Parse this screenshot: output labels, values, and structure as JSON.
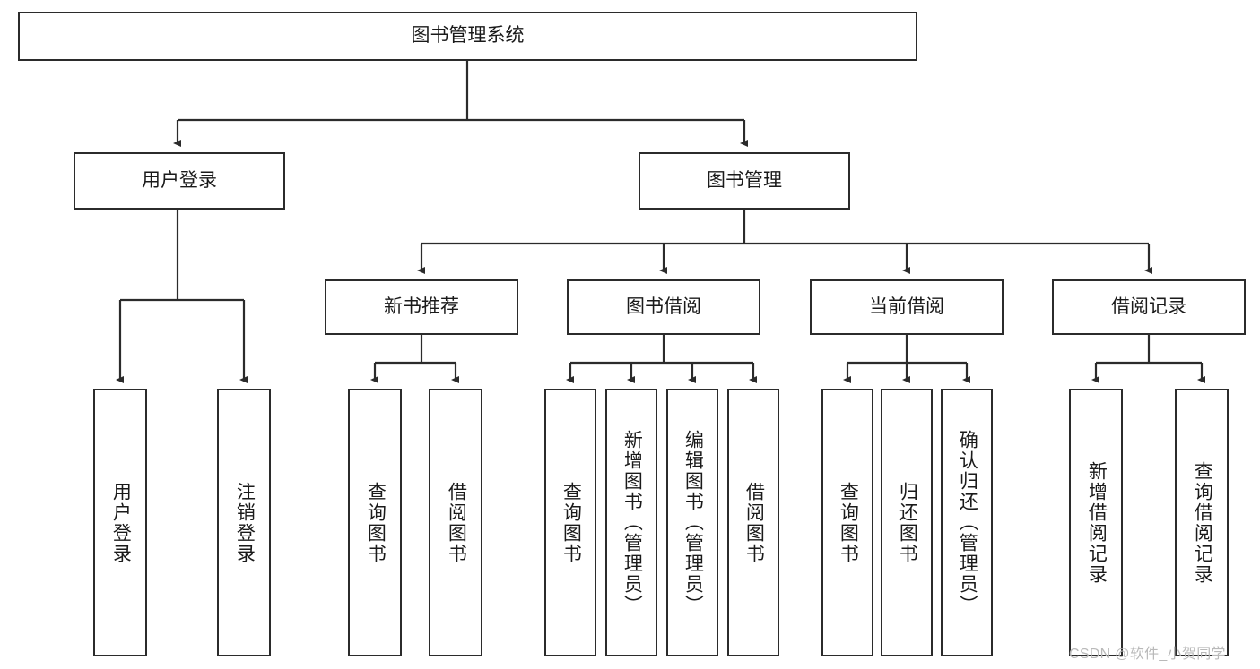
{
  "diagram": {
    "type": "tree",
    "title": "图书管理系统",
    "watermark": "CSDN @软件_小贺同学",
    "colors": {
      "box_border": "#2b2b2b",
      "box_fill": "#ffffff",
      "edge": "#2b2b2b",
      "text": "#1a1a1a",
      "watermark": "#b9b9b9"
    },
    "nodes": {
      "root": {
        "label": "图书管理系统"
      },
      "level1": [
        {
          "id": "user-login",
          "label": "用户登录"
        },
        {
          "id": "book-manage",
          "label": "图书管理"
        }
      ],
      "level2": [
        {
          "id": "new-book-recommend",
          "label": "新书推荐"
        },
        {
          "id": "book-borrow",
          "label": "图书借阅"
        },
        {
          "id": "current-borrow",
          "label": "当前借阅"
        },
        {
          "id": "borrow-record",
          "label": "借阅记录"
        }
      ],
      "leaves": {
        "user-login": [
          {
            "id": "leaf-user-login",
            "label": "用户登录"
          },
          {
            "id": "leaf-logout",
            "label": "注销登录"
          }
        ],
        "new-book-recommend": [
          {
            "id": "leaf-query-book-1",
            "label": "查询图书"
          },
          {
            "id": "leaf-borrow-book-1",
            "label": "借阅图书"
          }
        ],
        "book-borrow": [
          {
            "id": "leaf-query-book-2",
            "label": "查询图书"
          },
          {
            "id": "leaf-add-book",
            "label": "新增图书（管理员）"
          },
          {
            "id": "leaf-edit-book",
            "label": "编辑图书（管理员）"
          },
          {
            "id": "leaf-borrow-book-2",
            "label": "借阅图书"
          }
        ],
        "current-borrow": [
          {
            "id": "leaf-query-book-3",
            "label": "查询图书"
          },
          {
            "id": "leaf-return-book",
            "label": "归还图书"
          },
          {
            "id": "leaf-confirm-return",
            "label": "确认归还（管理员）"
          }
        ],
        "borrow-record": [
          {
            "id": "leaf-add-record",
            "label": "新增借阅记录"
          },
          {
            "id": "leaf-query-record",
            "label": "查询借阅记录"
          }
        ]
      }
    }
  }
}
